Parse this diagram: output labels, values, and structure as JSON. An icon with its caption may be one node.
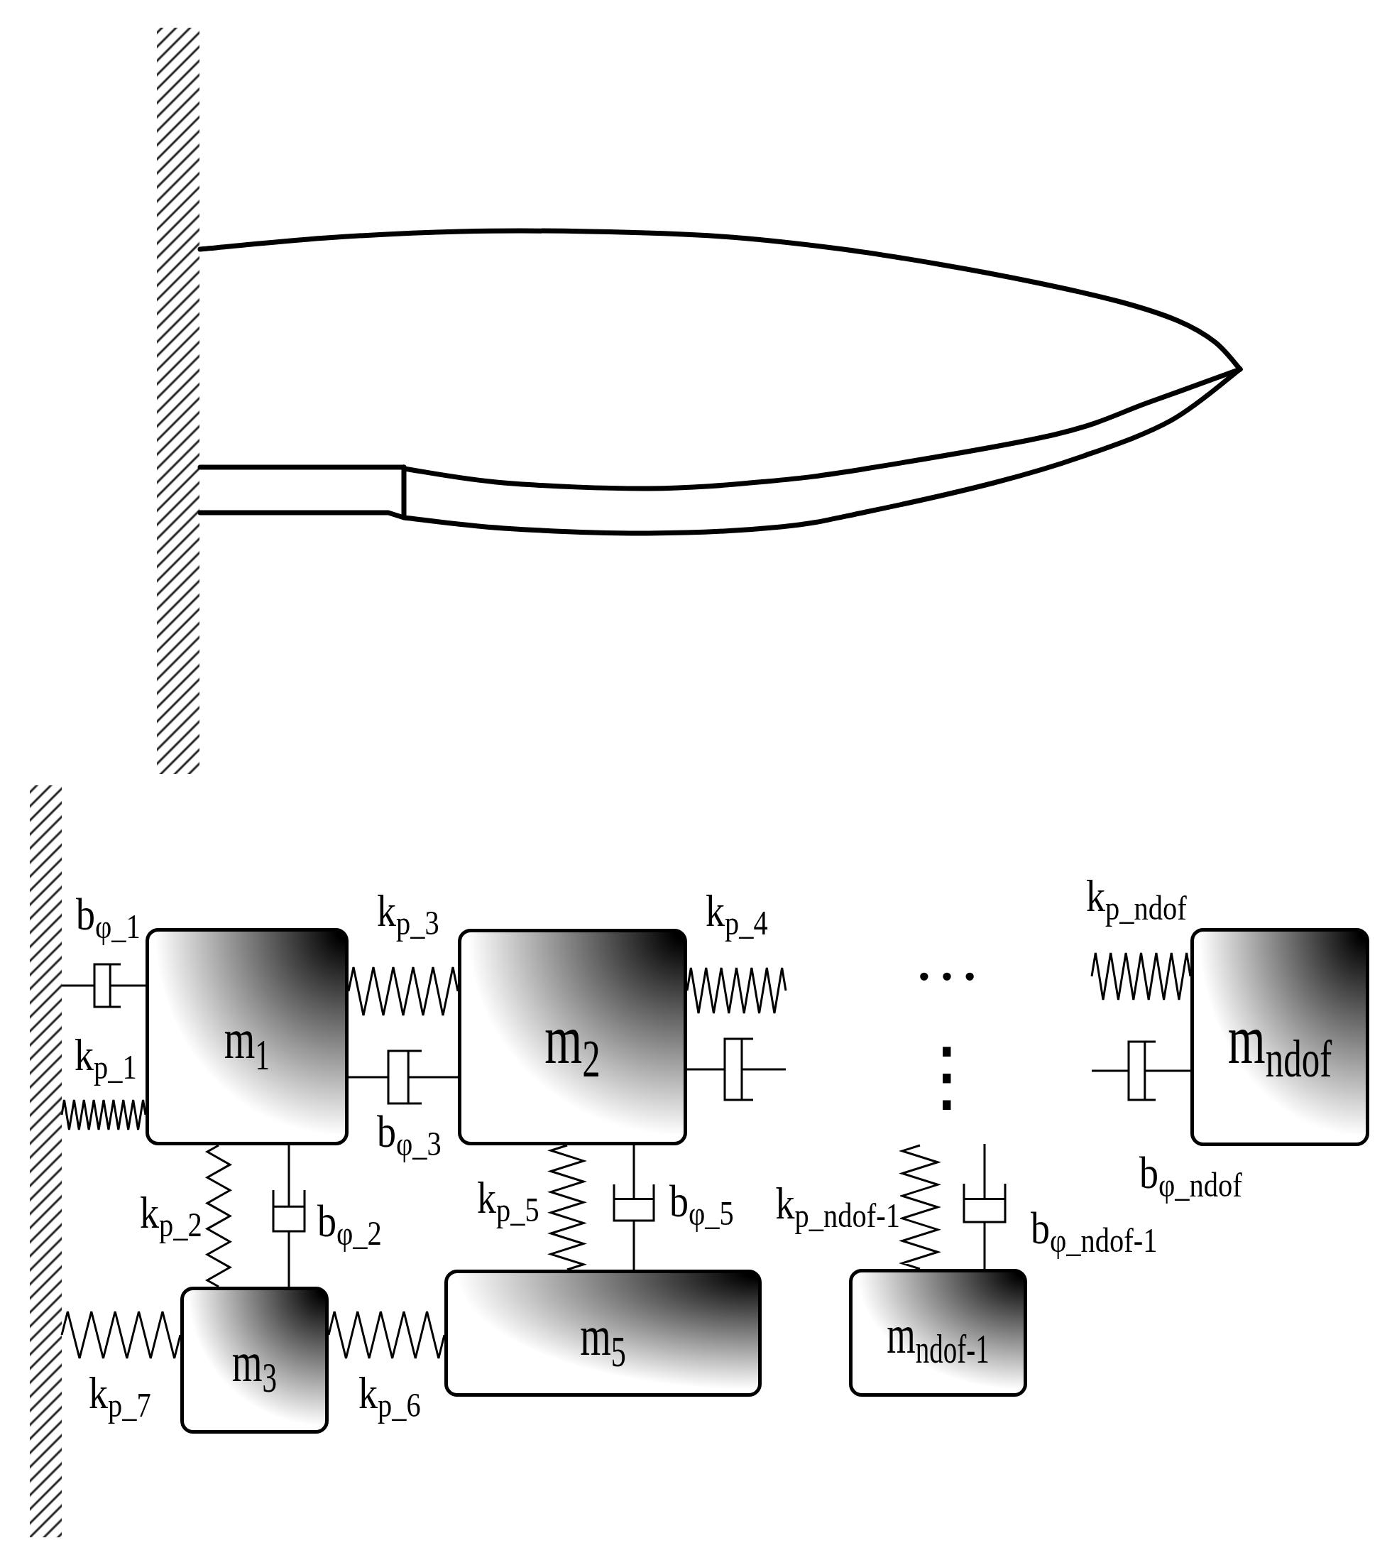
{
  "diagram": {
    "nodes": [
      {
        "text": [],
        "shape": "wall"
      },
      {
        "text": [
          "m$_{1}$"
        ]
      },
      {
        "text": [
          "m$_{2}$"
        ]
      },
      {
        "text": [
          "m$_{ndof}$"
        ]
      },
      {
        "text": [
          "m$_{3}$"
        ]
      },
      {
        "text": [
          "m$_{5}$"
        ]
      },
      {
        "text": [
          "m$_{ndof-1}$"
        ]
      }
    ],
    "edges": [
      {
        "from": 0,
        "to": 1,
        "arrow": "none",
        "label": "b$_{φ_1}$"
      },
      {
        "from": 0,
        "to": 1,
        "arrow": "none",
        "label": "k$_{p_1}$"
      },
      {
        "from": 1,
        "to": 2,
        "arrow": "none",
        "label": "k$_{p_3}$"
      },
      {
        "from": 1,
        "to": 2,
        "arrow": "none",
        "label": "b$_{φ_3}$"
      },
      {
        "from": 2,
        "to": null,
        "arrow": "none",
        "label": "k$_{p_4}$"
      },
      {
        "from": 2,
        "to": null,
        "arrow": "none"
      },
      {
        "from": null,
        "to": 3,
        "arrow": "none",
        "label": "k$_{p_ndof}$"
      },
      {
        "from": null,
        "to": 3,
        "arrow": "none",
        "label": "b$_{φ_ndof}$"
      },
      {
        "from": 1,
        "to": 4,
        "arrow": "none",
        "label": "k$_{p_2}$"
      },
      {
        "from": 1,
        "to": 4,
        "arrow": "none",
        "label": "b$_{φ_2}$"
      },
      {
        "from": 2,
        "to": 5,
        "arrow": "none",
        "label": "k$_{p_5}$"
      },
      {
        "from": 2,
        "to": 5,
        "arrow": "none",
        "label": "b$_{φ_5}$"
      },
      {
        "from": null,
        "to": 6,
        "arrow": "none",
        "label": "k$_{p_ndof-1}$"
      },
      {
        "from": null,
        "to": 6,
        "arrow": "none",
        "label": "b$_{φ_ndof-1}$"
      },
      {
        "from": 0,
        "to": 4,
        "arrow": "none",
        "label": "k$_{p_7}$"
      },
      {
        "from": 4,
        "to": 5,
        "arrow": "none",
        "label": "k$_{p_6}$"
      }
    ],
    "labels": [
      "…",
      "⋮"
    ]
  }
}
